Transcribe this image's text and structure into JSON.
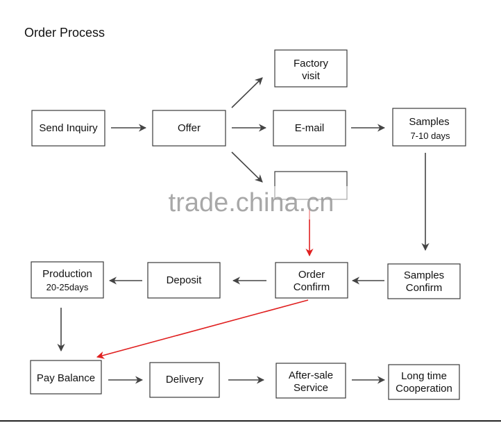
{
  "title": "Order Process",
  "watermark": "trade.china.cn",
  "nodes": {
    "send_inquiry": {
      "label": "Send Inquiry"
    },
    "offer": {
      "label": "Offer"
    },
    "factory_visit": {
      "line1": "Factory",
      "line2": "visit"
    },
    "email": {
      "label": "E-mail"
    },
    "samples": {
      "label": "Samples",
      "sub": "7-10 days"
    },
    "order_confirm": {
      "line1": "Order",
      "line2": "Confirm"
    },
    "samples_confirm": {
      "line1": "Samples",
      "line2": "Confirm"
    },
    "deposit": {
      "label": "Deposit"
    },
    "production": {
      "label": "Production",
      "sub": "20-25days"
    },
    "pay_balance": {
      "label": "Pay Balance"
    },
    "delivery": {
      "label": "Delivery"
    },
    "after_sale": {
      "line1": "After-sale",
      "line2": "Service"
    },
    "long_time": {
      "line1": "Long time",
      "line2": "Cooperation"
    }
  },
  "colors": {
    "arrow": "#444444",
    "highlight_arrow": "#e02020",
    "box_border": "#3a3a3a"
  }
}
